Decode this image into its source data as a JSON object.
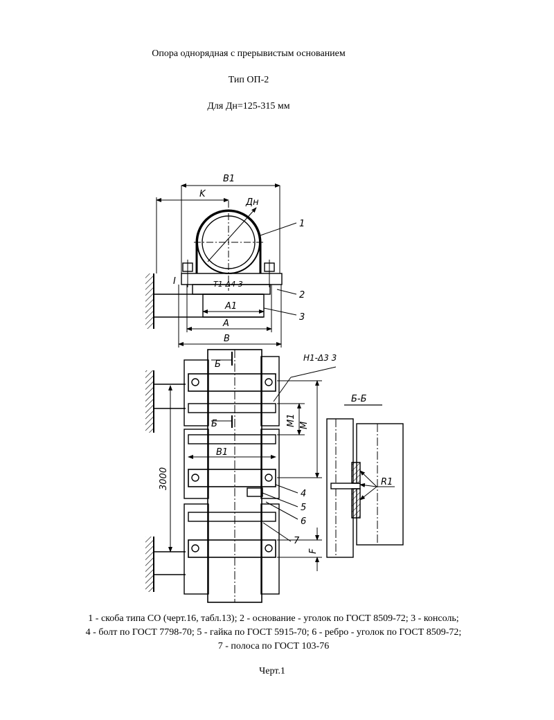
{
  "title": {
    "line1": "Опора однорядная с прерывистым основанием",
    "line2": "Тип ОП-2",
    "line3": "Для Дн=125-315 мм"
  },
  "drawing": {
    "dim_B1": "B1",
    "dim_K": "K",
    "dim_Dn": "Дн",
    "dim_A1": "A1",
    "dim_A": "A",
    "dim_B": "B",
    "weld_T1": "T1-Δ4 3",
    "weld_H1": "H1-Δ3 3",
    "dim_M1": "M1",
    "dim_M": "M",
    "dim_3000": "3000",
    "dim_F": "F",
    "dim_B1_plan": "B1",
    "section_mark": "Б",
    "section_title": "Б-Б",
    "radius": "R1",
    "callouts": [
      "1",
      "2",
      "3",
      "4",
      "5",
      "6",
      "7"
    ],
    "edge_mark": "I"
  },
  "legend": {
    "line1": "1 - скоба типа СО (черт.16, табл.13); 2 - основание - уголок по ГОСТ 8509-72; 3 - консоль;",
    "line2": "4 - болт по ГОСТ 7798-70; 5 - гайка по ГОСТ 5915-70; 6 - ребро - уголок по ГОСТ 8509-72;",
    "line3": "7 - полоса по ГОСТ 103-76"
  },
  "caption": "Черт.1"
}
